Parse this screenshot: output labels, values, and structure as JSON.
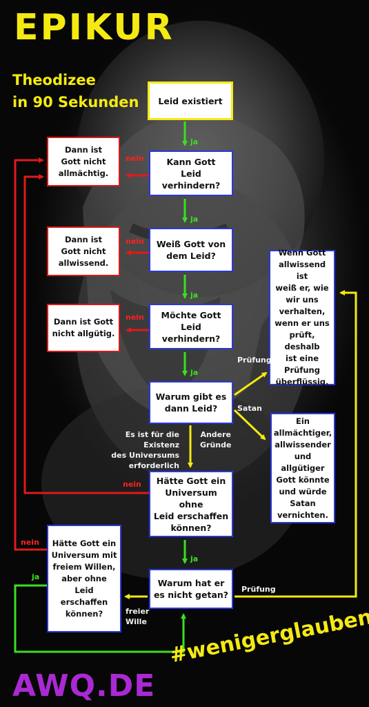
{
  "header": {
    "title": "EPIKUR",
    "subtitle": "Theodizee\nin 90 Sekunden"
  },
  "nodes": {
    "start": "Leid existiert",
    "q1": "Kann Gott\nLeid verhindern?",
    "q2": "Weiß Gott von\ndem Leid?",
    "q3": "Möchte Gott\nLeid verhindern?",
    "q4": "Warum gibt es\ndann Leid?",
    "q5": "Hätte Gott ein\nUniversum ohne\nLeid erschaffen\nkönnen?",
    "q6": "Warum hat er\nes nicht getan?",
    "q7": "Hätte Gott ein\nUniversum mit\nfreiem Willen,\naber ohne Leid\nerschaffen\nkönnen?",
    "c1": "Dann ist\nGott nicht\nallmächtig.",
    "c2": "Dann ist\nGott nicht\nallwissend.",
    "c3": "Dann ist Gott\nnicht allgütig.",
    "pruefung_box": "Wenn Gott\nallwissend ist\nweiß er, wie\nwir uns\nverhalten,\nwenn er uns\nprüft, deshalb\nist eine\nPrüfung\nüberflüssig.",
    "satan_box": "Ein\nallmächtiger,\nallwissender\nund allgütiger\nGott könnte\nund würde\nSatan\nvernichten."
  },
  "labels": {
    "ja1": "ja",
    "ja2": "ja",
    "ja3": "ja",
    "ja4": "ja",
    "ja5": "ja",
    "ja_left": "ja",
    "nein1": "nein",
    "nein2": "nein",
    "nein3": "nein",
    "nein5": "nein",
    "nein7": "nein",
    "pruefung1": "Prüfung",
    "satan": "Satan",
    "universum": "Es ist für die Existenz\ndes Universums\nerforderlich",
    "andere": "Andere\nGründe",
    "freier_wille": "freier\nWille",
    "pruefung2": "Prüfung"
  },
  "footer": {
    "site": "AWQ.DE",
    "hashtag": "#wenigerglauben"
  },
  "colors": {
    "yes": "#39e020",
    "no": "#d81a1a",
    "reason": "#f4ea12",
    "title": "#f4ea12",
    "site": "#a92ad3",
    "box_border": "#2a38d8"
  }
}
